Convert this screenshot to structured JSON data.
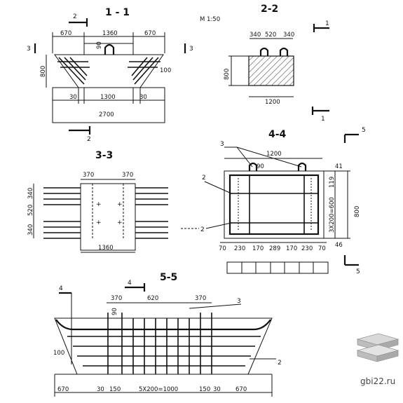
{
  "scale": "М 1:50",
  "views": {
    "v11": {
      "title": "1 - 1",
      "dims": {
        "top_left": "670",
        "top_mid": "1360",
        "top_right": "670",
        "height": "800",
        "cap": "90",
        "step": "100",
        "bot_left": "30",
        "bot_mid": "1300",
        "bot_right": "30",
        "total": "2700"
      },
      "markers": {
        "left_top": "2",
        "left_side": "3",
        "right_side": "3",
        "left_bottom": "2"
      }
    },
    "v22": {
      "title": "2-2",
      "dims": {
        "top_a": "340",
        "top_b": "520",
        "top_c": "340",
        "height": "800",
        "width": "1200"
      },
      "markers": {
        "top": "1",
        "bottom": "1"
      }
    },
    "v33": {
      "title": "3-3",
      "dims": {
        "top_a": "370",
        "top_b": "370",
        "side_a": "340",
        "side_b": "520",
        "side_c": "340",
        "width": "1360"
      }
    },
    "v44": {
      "title": "4-4",
      "dims": {
        "width": "1200",
        "cap": "90",
        "height": "800",
        "right_top": "41",
        "right_a": "119",
        "right_mid": "3X200=600",
        "right_b": "46",
        "bottom": [
          "70",
          "230",
          "170",
          "289",
          "170",
          "230",
          "70"
        ]
      },
      "callouts": {
        "top": "3",
        "left_a": "2",
        "left_b": "2"
      },
      "markers": {
        "top": "5",
        "bottom": "5"
      },
      "table_cells": [
        "",
        "",
        "",
        "",
        "",
        "",
        ""
      ]
    },
    "v55": {
      "title": "5-5",
      "dims": {
        "top_a": "370",
        "top_b": "620",
        "top_c": "370",
        "cap": "90",
        "step": "100",
        "bottom": [
          "670",
          "30",
          "150",
          "5X200=1000",
          "150",
          "30",
          "670"
        ]
      },
      "callouts": {
        "top": "3",
        "right": "2"
      },
      "markers": {
        "left": "4",
        "top": "4"
      }
    }
  },
  "watermark": {
    "text": "gbi22.ru"
  }
}
